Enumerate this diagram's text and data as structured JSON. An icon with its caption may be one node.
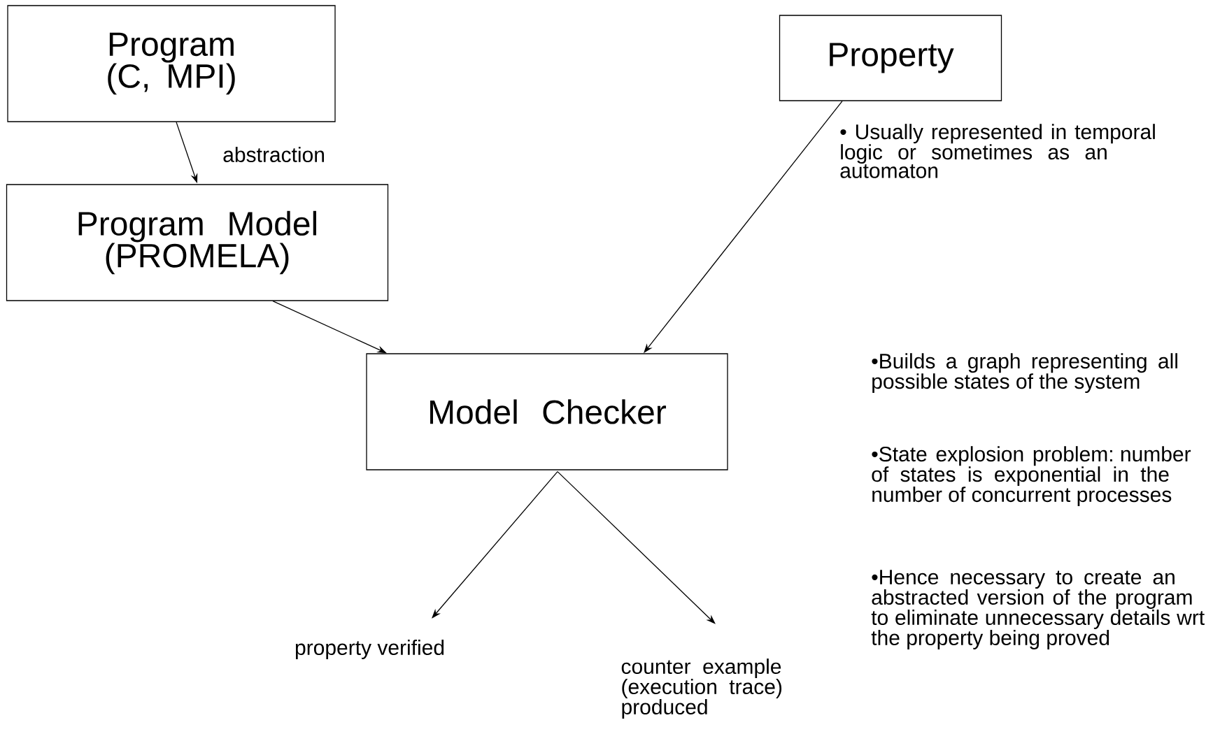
{
  "diagram": {
    "nodes": [
      {
        "text": [
          "Program (C, MPI)"
        ]
      },
      {
        "text": [
          "Property"
        ]
      },
      {
        "text": [
          "Program Model (PROMELA)"
        ]
      },
      {
        "text": [
          "Model Checker"
        ]
      },
      {
        "text": [
          "property verified"
        ]
      },
      {
        "text": [
          "counter example (execution trace) produced"
        ]
      }
    ],
    "edges": [
      {
        "from": 0,
        "to": 2,
        "arrow": "to",
        "label": "abstraction"
      },
      {
        "from": 2,
        "to": 3,
        "arrow": "to"
      },
      {
        "from": 1,
        "to": 3,
        "arrow": "to"
      },
      {
        "from": 3,
        "to": 4,
        "arrow": "to"
      },
      {
        "from": 3,
        "to": 5,
        "arrow": "to"
      }
    ],
    "labels": [
      "• Usually represented in temporal logic or sometimes as an automaton",
      "•Builds a graph representing all possible states of the system",
      "•State explosion problem: number of states is exponential in the number of concurrent processes",
      "•Hence necessary to create an abstracted version of the program to eliminate unnecessary details wrt the property being proved"
    ]
  }
}
